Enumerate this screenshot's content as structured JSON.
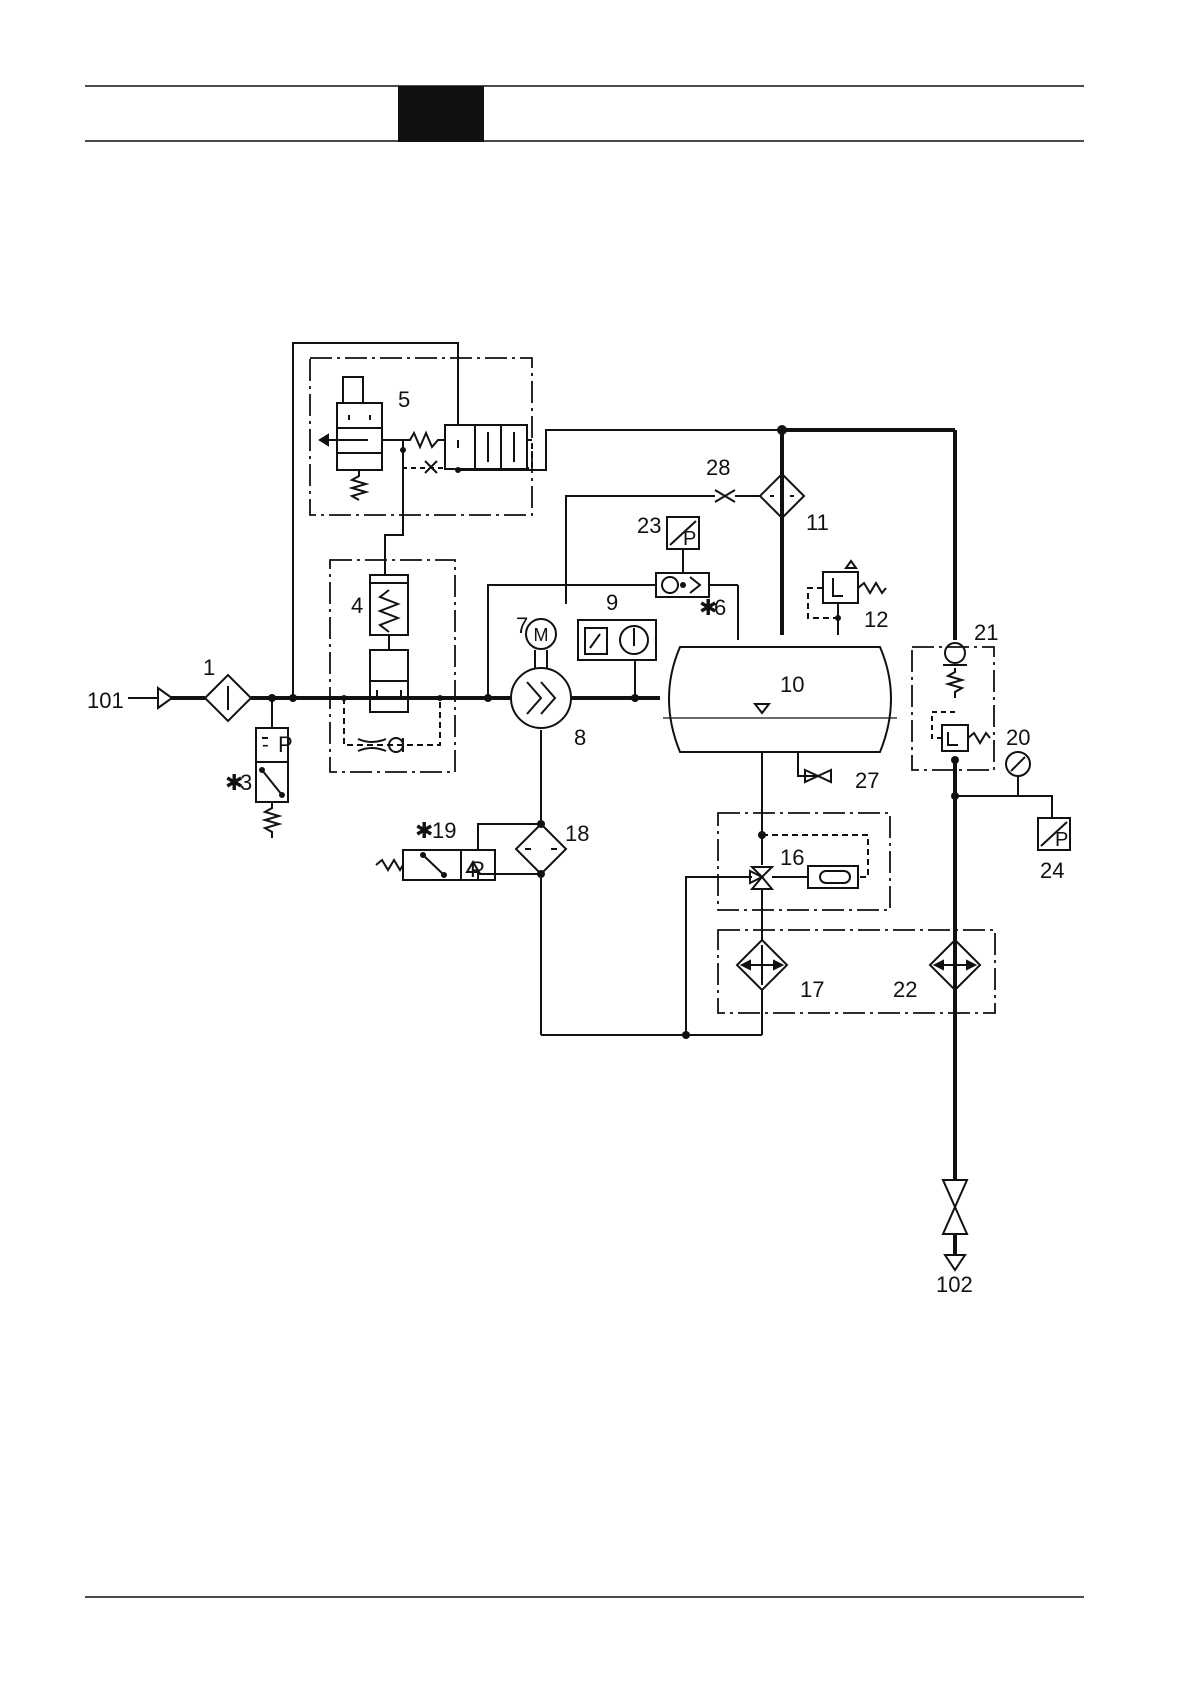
{
  "header": {
    "tab_text": ""
  },
  "diagram": {
    "labels": {
      "l101": "101",
      "l102": "102",
      "l1": "1",
      "l3": "3",
      "l4": "4",
      "l5": "5",
      "l6": "6",
      "l7": "7",
      "l8": "8",
      "l9": "9",
      "l10": "10",
      "l11": "11",
      "l12": "12",
      "l16": "16",
      "l17": "17",
      "l18": "18",
      "l19": "19",
      "l20": "20",
      "l21": "21",
      "l22": "22",
      "l23": "23",
      "l24": "24",
      "l27": "27",
      "l28": "28"
    },
    "symbols": {
      "pressure_switch_3": "P",
      "pressure_switch_19": "P",
      "transducer_23": "P",
      "transducer_24": "P",
      "motor_7": "M",
      "level_12": "L",
      "optional_mark": "✱"
    }
  }
}
